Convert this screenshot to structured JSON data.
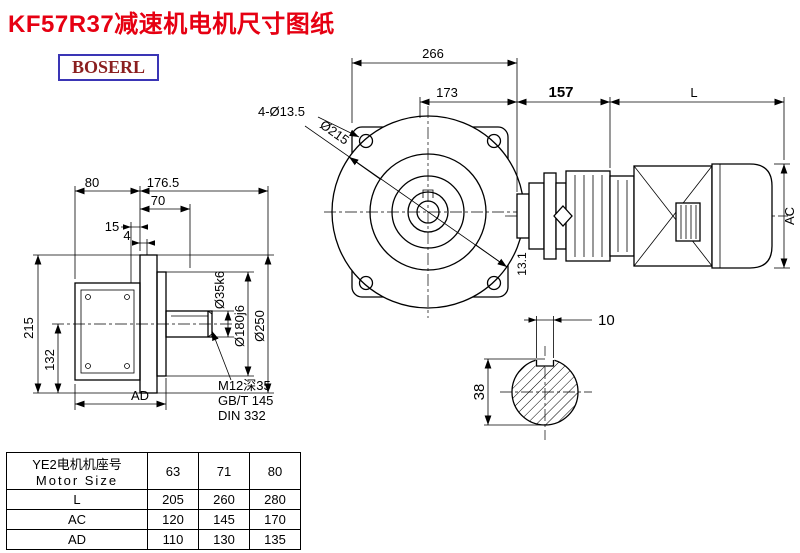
{
  "title": "KF57R37减速机电机尺寸图纸",
  "logo": "BOSERL",
  "dims": {
    "side": {
      "w80": "80",
      "w176_5": "176.5",
      "w70": "70",
      "w15": "15",
      "w4": "4",
      "h215": "215",
      "h132": "132",
      "ad": "AD",
      "shaft_dia": "Ø35k6",
      "spigot_dia": "Ø180j6",
      "flange_dia": "Ø250",
      "tap": "M12深35",
      "std_gb": "GB/T 145",
      "std_din": "DIN 332"
    },
    "front": {
      "w266": "266",
      "holes": "4-Ø13.5",
      "w173": "173",
      "dia215": "Ø215",
      "t131": "13.1"
    },
    "motor": {
      "w157": "157",
      "len": "L",
      "ac": "AC"
    },
    "key": {
      "w10": "10",
      "d38": "38"
    }
  },
  "table": {
    "header_cn": "YE2电机机座号",
    "header_en": "Motor Size",
    "sizes": [
      "63",
      "71",
      "80"
    ],
    "rows": [
      {
        "label": "L",
        "values": [
          "205",
          "260",
          "280"
        ]
      },
      {
        "label": "AC",
        "values": [
          "120",
          "145",
          "170"
        ]
      },
      {
        "label": "AD",
        "values": [
          "110",
          "130",
          "135"
        ]
      }
    ]
  }
}
